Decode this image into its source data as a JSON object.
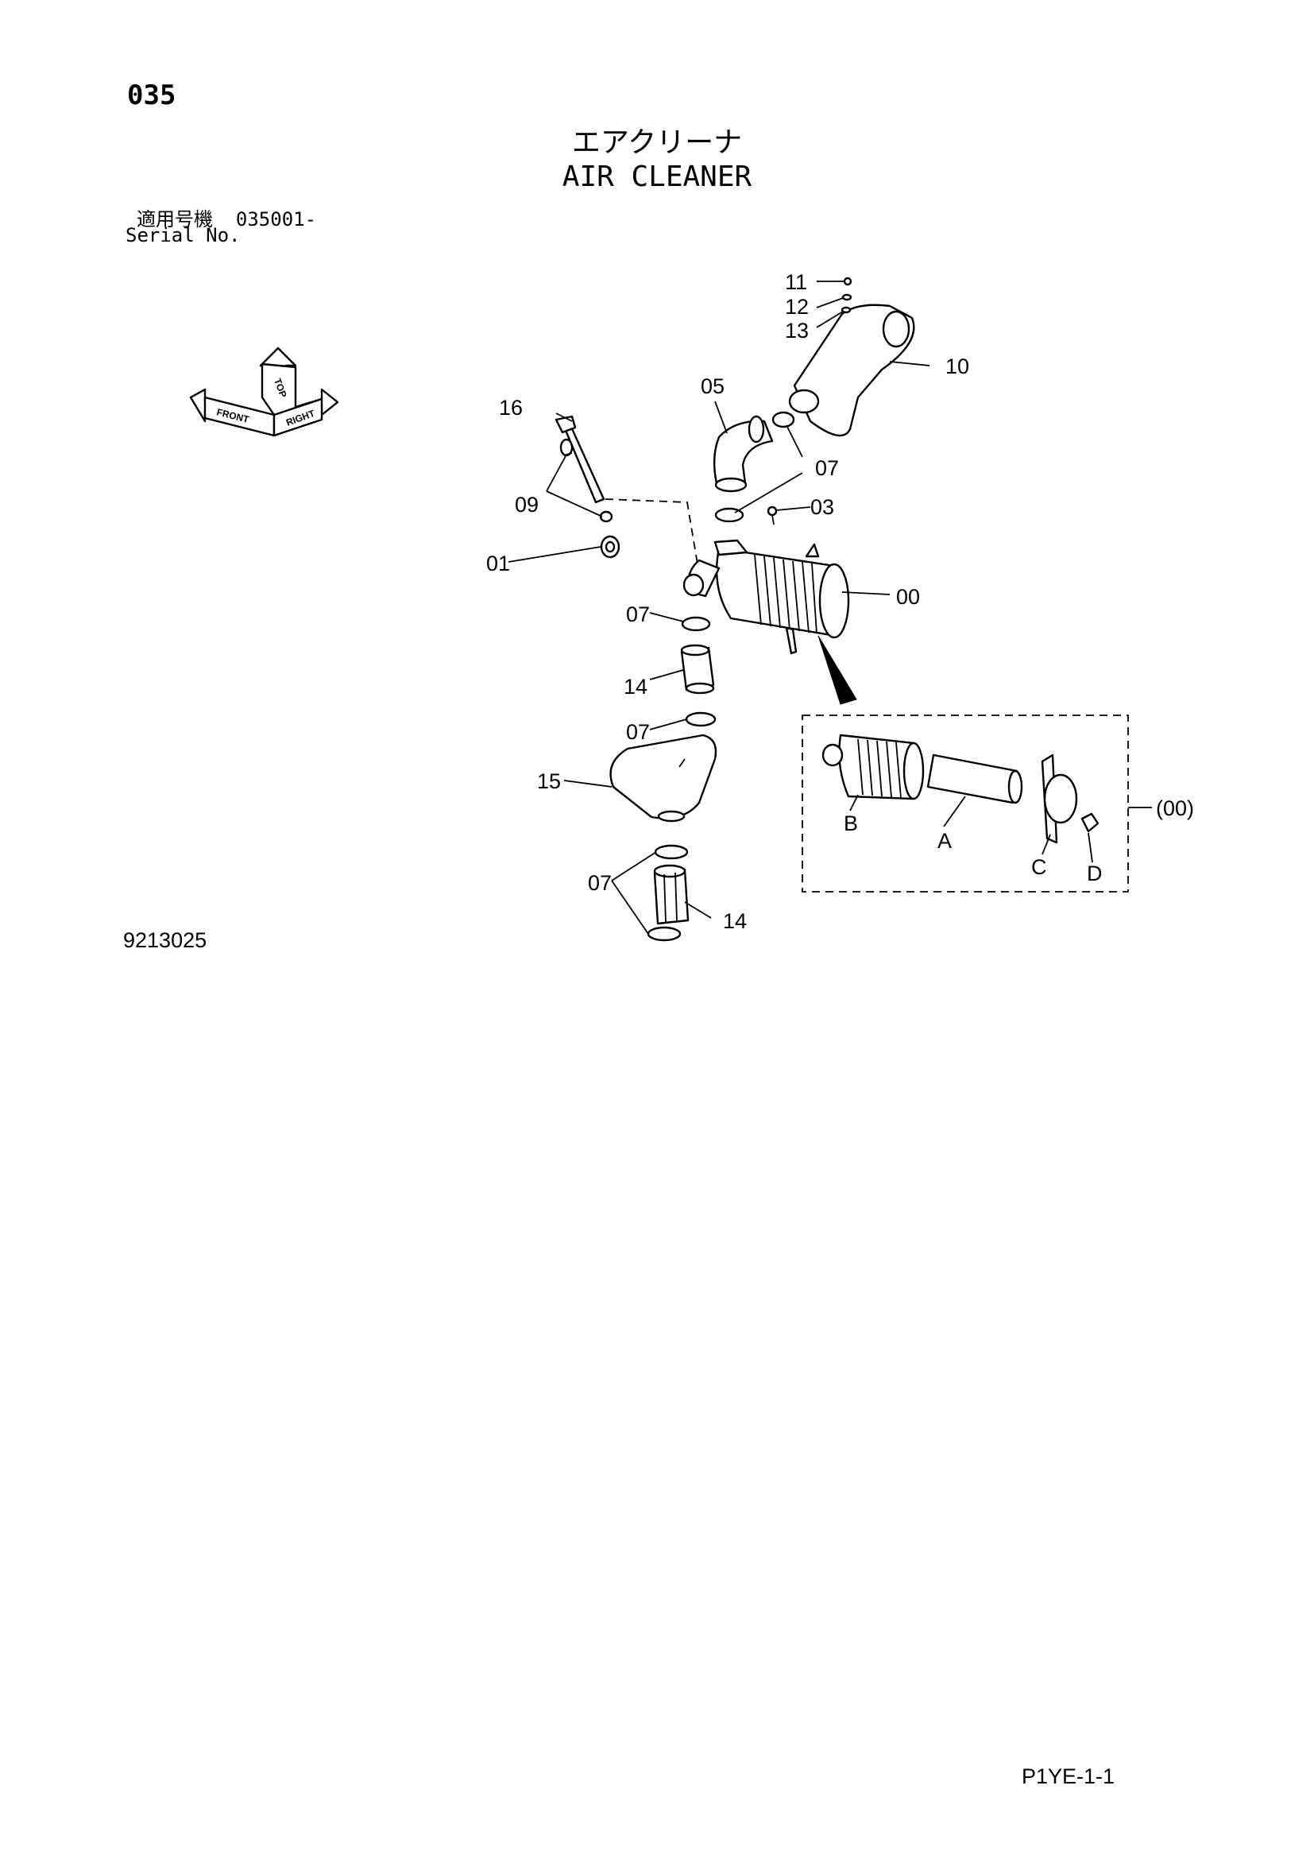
{
  "header": {
    "page_number": "035",
    "title_jp": "エアクリーナ",
    "title_en": "AIR CLEANER",
    "serial_label_jp": "適用号機",
    "serial_value": "035001-",
    "serial_label_en": "Serial No."
  },
  "orientation_icon": {
    "top": "TOP",
    "front": "FRONT",
    "right": "RIGHT"
  },
  "callouts": {
    "p00": "00",
    "p01": "01",
    "p03": "03",
    "p05": "05",
    "p07a": "07",
    "p07b": "07",
    "p07c": "07",
    "p07d": "07",
    "p09": "09",
    "p10": "10",
    "p11": "11",
    "p12": "12",
    "p13": "13",
    "p14a": "14",
    "p14b": "14",
    "p15": "15",
    "p16": "16",
    "detail_ref": "(00)",
    "A": "A",
    "B": "B",
    "C": "C",
    "D": "D"
  },
  "footer": {
    "diagram_code": "9213025",
    "sheet_code": "P1YE-1-1"
  }
}
